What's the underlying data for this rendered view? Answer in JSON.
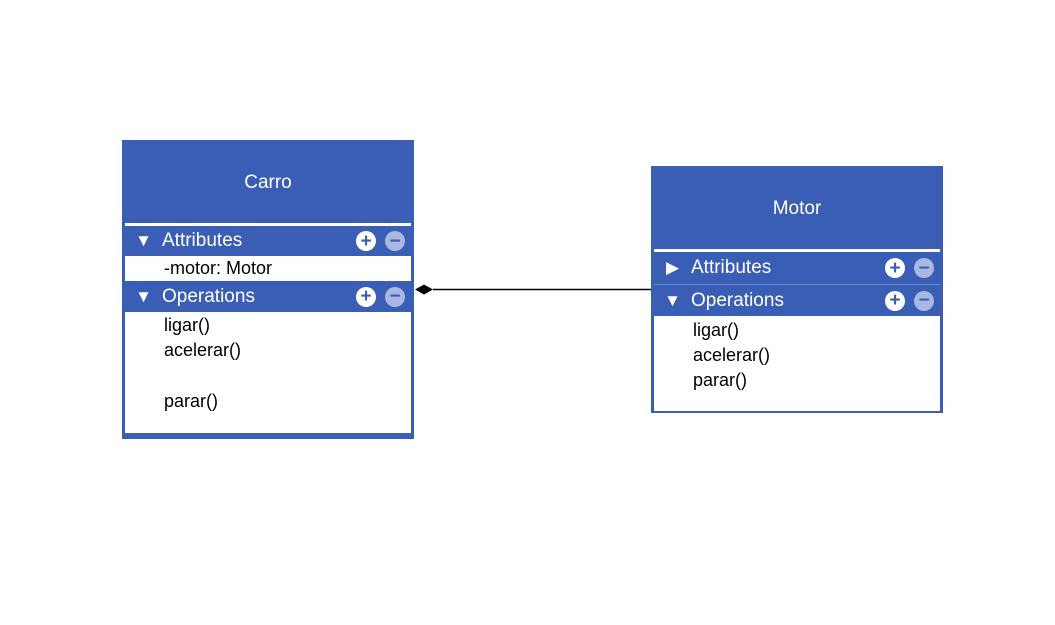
{
  "classes": {
    "carro": {
      "name": "Carro",
      "attributes": {
        "label": "Attributes",
        "toggle": "▼",
        "items": [
          "-motor: Motor"
        ]
      },
      "operations": {
        "label": "Operations",
        "toggle": "▼",
        "items": [
          "ligar()",
          "acelerar()",
          "",
          "parar()"
        ]
      }
    },
    "motor": {
      "name": "Motor",
      "attributes": {
        "label": "Attributes",
        "toggle": "▶",
        "items": []
      },
      "operations": {
        "label": "Operations",
        "toggle": "▼",
        "items": [
          "ligar()",
          "acelerar()",
          "parar()"
        ]
      }
    }
  },
  "relation": {
    "type": "composition",
    "from": "Carro",
    "to": "Motor"
  },
  "buttons": {
    "add": "+",
    "remove": "−"
  },
  "colors": {
    "class_fill": "#3a5db5",
    "body_fill": "#ffffff",
    "line": "#000000"
  }
}
